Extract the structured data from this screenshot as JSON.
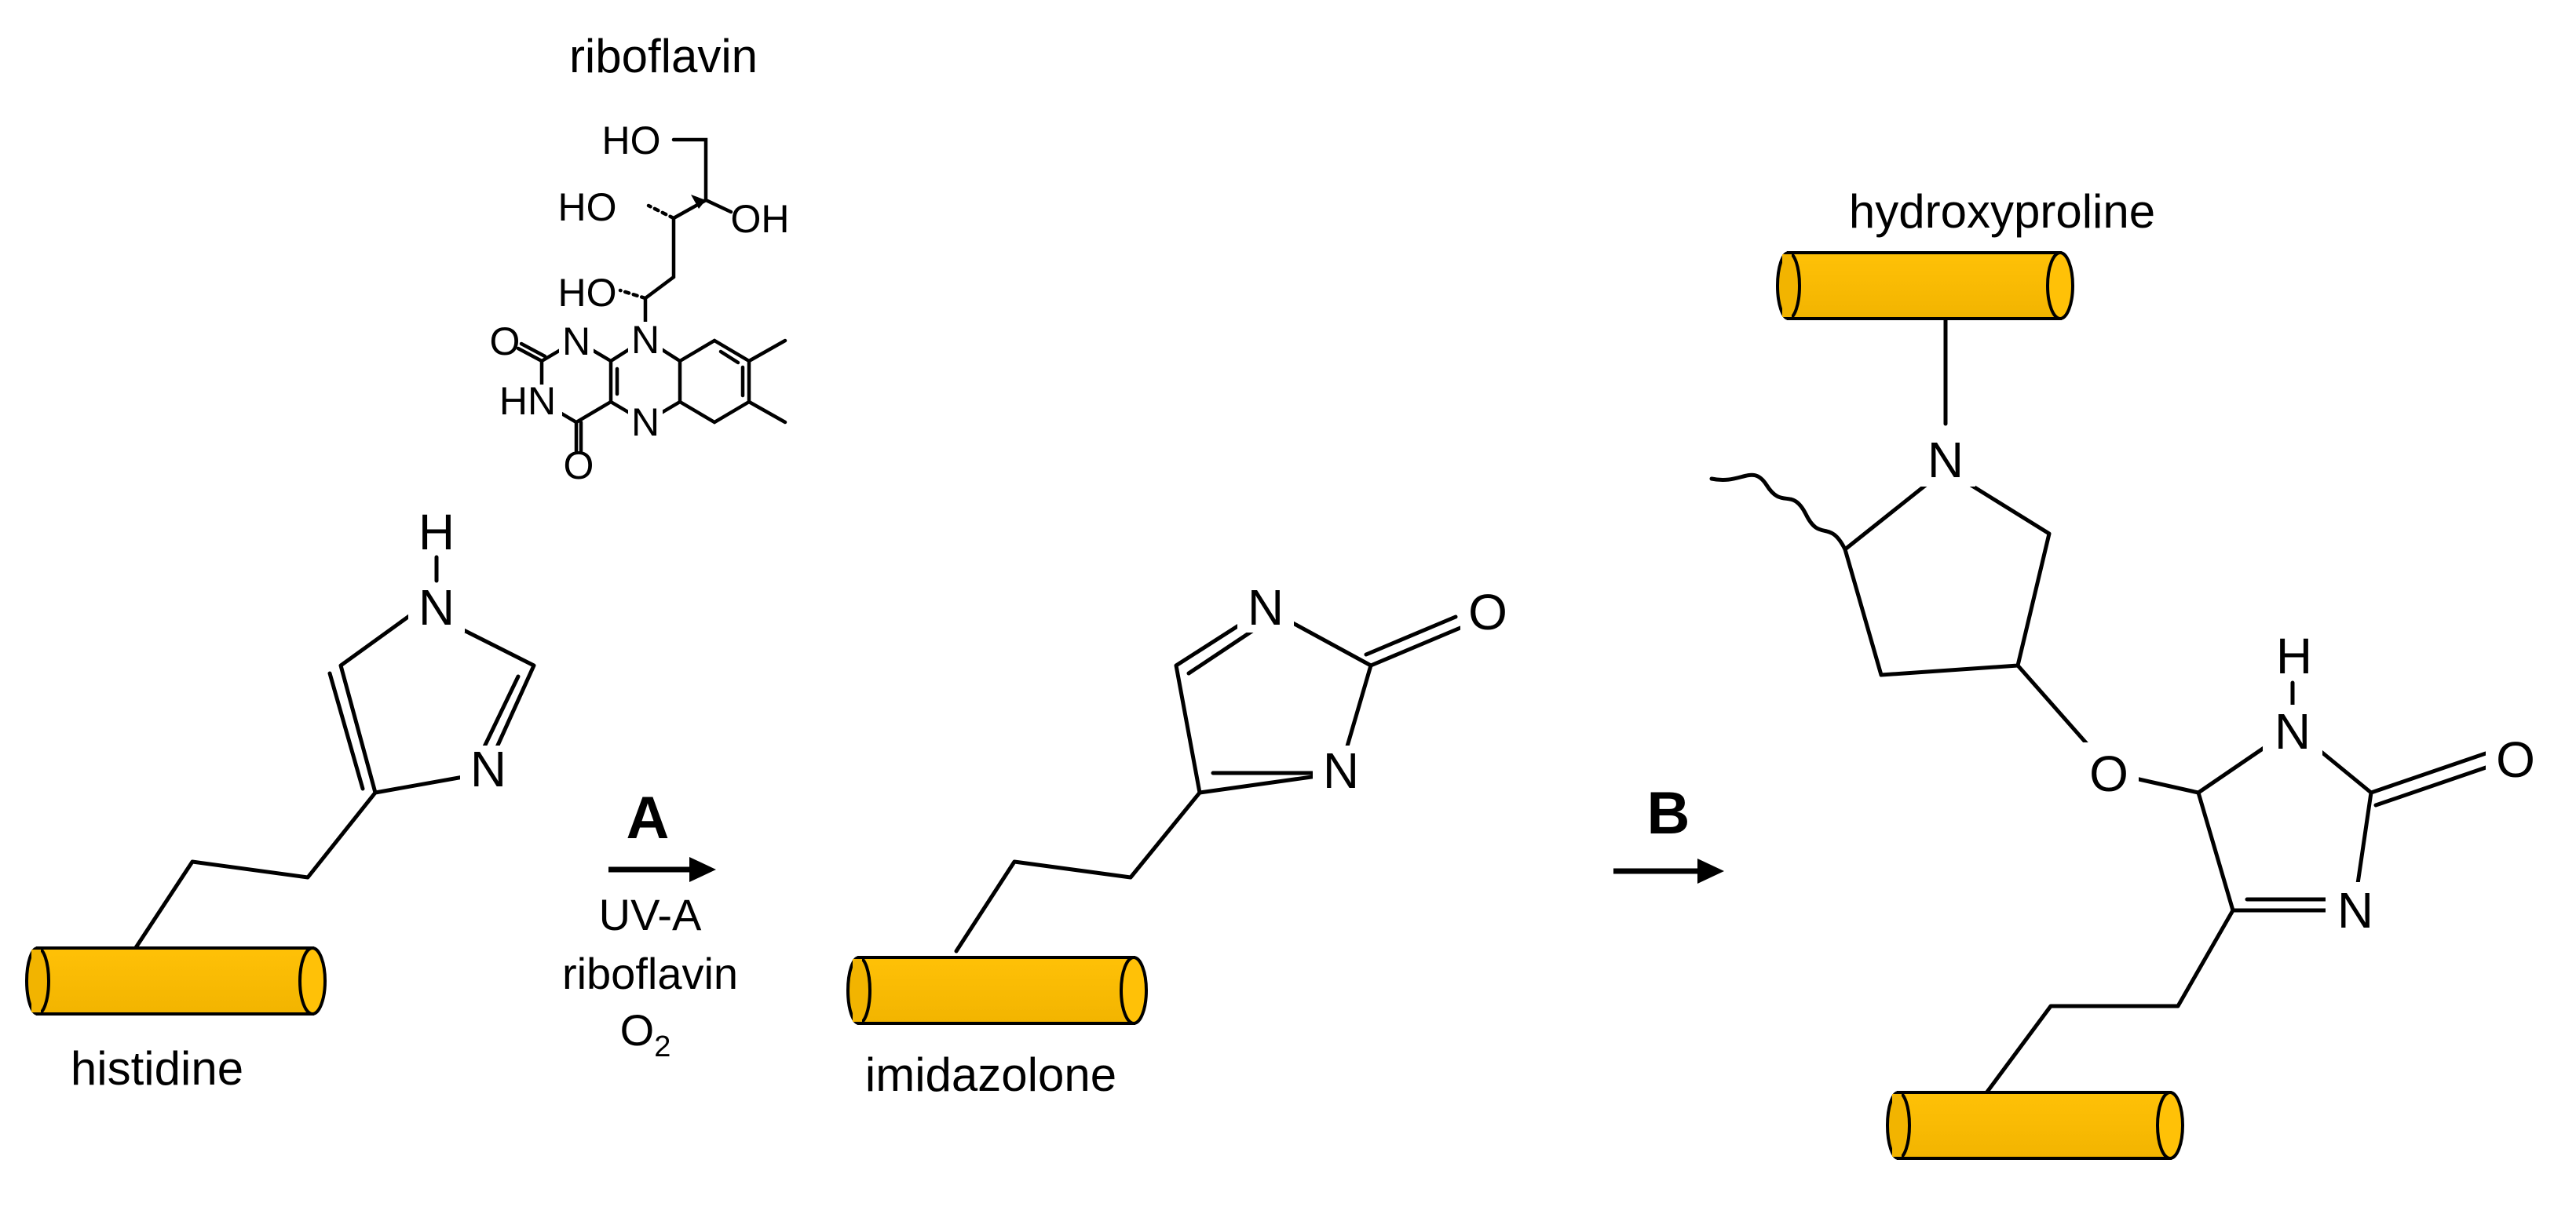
{
  "colors": {
    "peptide_backbone": "#FFC107",
    "bond": "#000000",
    "background": "#FFFFFF"
  },
  "labels": {
    "riboflavin": "riboflavin",
    "histidine": "histidine",
    "imidazolone": "imidazolone",
    "hydroxyproline": "hydroxyproline"
  },
  "steps": {
    "a": "A",
    "b": "B"
  },
  "conditions": {
    "line1": "UV-A",
    "line2": "riboflavin",
    "line3_base": "O",
    "line3_sub": "2"
  },
  "atoms": {
    "H": "H",
    "N": "N",
    "O": "O",
    "HO": "HO",
    "OH": "OH",
    "HN": "HN"
  }
}
